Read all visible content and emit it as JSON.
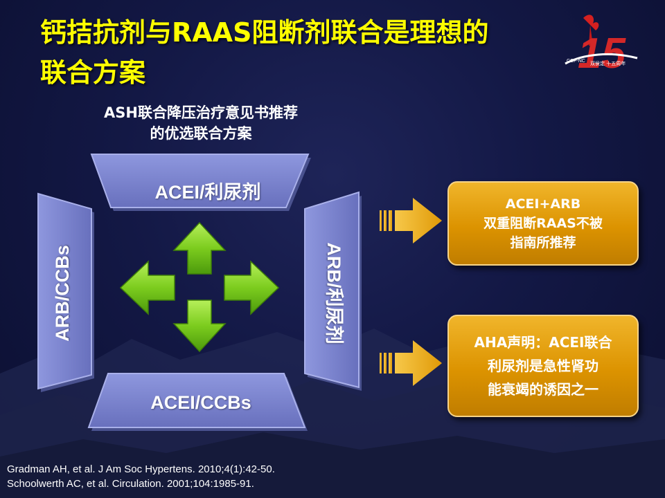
{
  "title_line1": "钙拮抗剂与RAAS阻断剂联合是理想的",
  "title_line2": "联合方案",
  "logo_number": "15",
  "logo_small": "CCF-NC",
  "logo_text": "双侯定 十五周年",
  "subtitle_line1": "ASH联合降压治疗意见书推荐",
  "subtitle_line2": "的优选联合方案",
  "diagram": {
    "top_label": "ACEI/利尿剂",
    "bottom_label": "ACEI/CCBs",
    "left_label": "ARB/CCBs",
    "right_label": "ARB/利尿剂"
  },
  "box1": {
    "line1": "ACEI+ARB",
    "line2": "双重阻断RAAS不被",
    "line3": "指南所推荐"
  },
  "box2": {
    "line1": "AHA声明：ACEI联合",
    "line2": "利尿剂是急性肾功",
    "line3": "能衰竭的诱因之一"
  },
  "references": [
    "Gradman AH, et al. J Am Soc Hypertens. 2010;4(1):42-50.",
    "Schoolwerth AC, et al. Circulation. 2001;104:1985-91."
  ],
  "colors": {
    "title": "#ffff00",
    "trapezoid": "#7f88d4",
    "arrow_green": "#7ccc1e",
    "box_gold": "#dc9300",
    "side_arrow": "#f2b01e"
  }
}
